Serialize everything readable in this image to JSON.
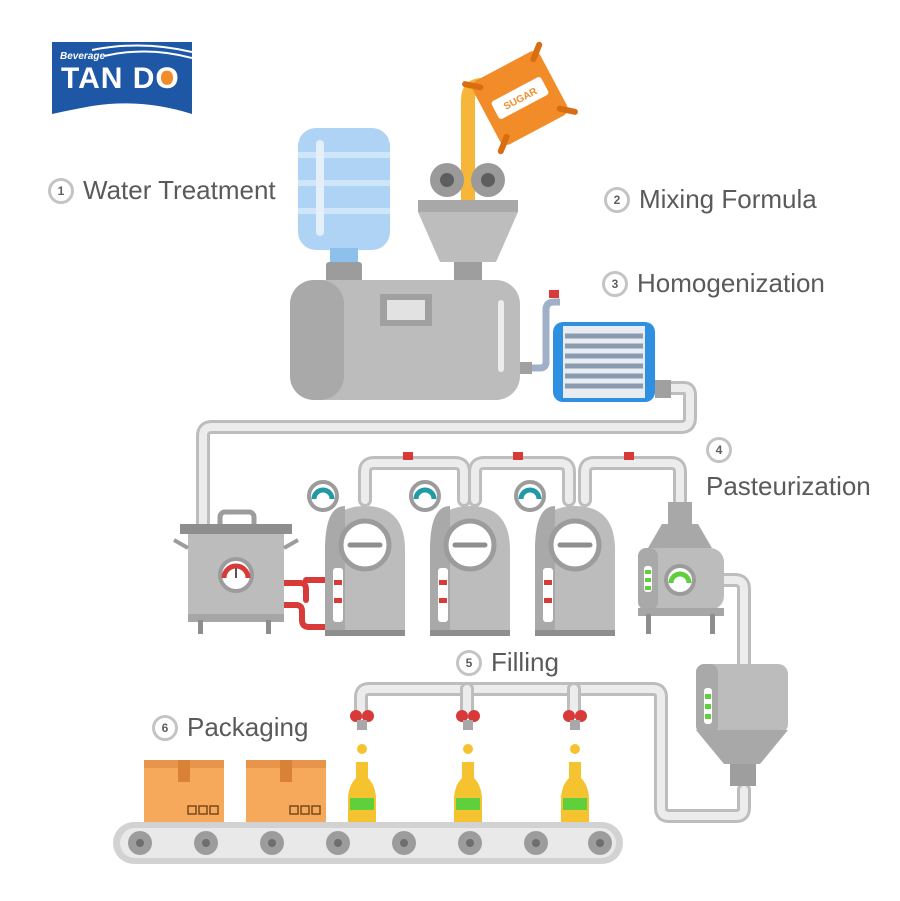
{
  "logo": {
    "small_text": "Beverage",
    "brand_text": "TAN DO"
  },
  "sugar_bag": {
    "label": "SUGAR"
  },
  "steps": [
    {
      "number": "1",
      "label": "Water Treatment"
    },
    {
      "number": "2",
      "label": "Mixing Formula"
    },
    {
      "number": "3",
      "label": "Homogenization"
    },
    {
      "number": "4",
      "label": "Pasteurization"
    },
    {
      "number": "5",
      "label": "Filling"
    },
    {
      "number": "6",
      "label": "Packaging"
    }
  ],
  "colors": {
    "brand_blue": "#1d57a6",
    "machine_gray": "#bcbcbc",
    "machine_dark": "#8e8e8e",
    "pipe_gray": "#d2d2d2",
    "valve_red": "#d83a3a",
    "gauge_teal": "#1f9aa6",
    "sugar_orange": "#f28c28",
    "box_orange": "#f6a95a",
    "bottle_yellow": "#f5c330",
    "bottle_label_green": "#5fcf3b",
    "water_blue": "#aed3f5",
    "heat_exchanger_blue": "#2f8fe0"
  }
}
